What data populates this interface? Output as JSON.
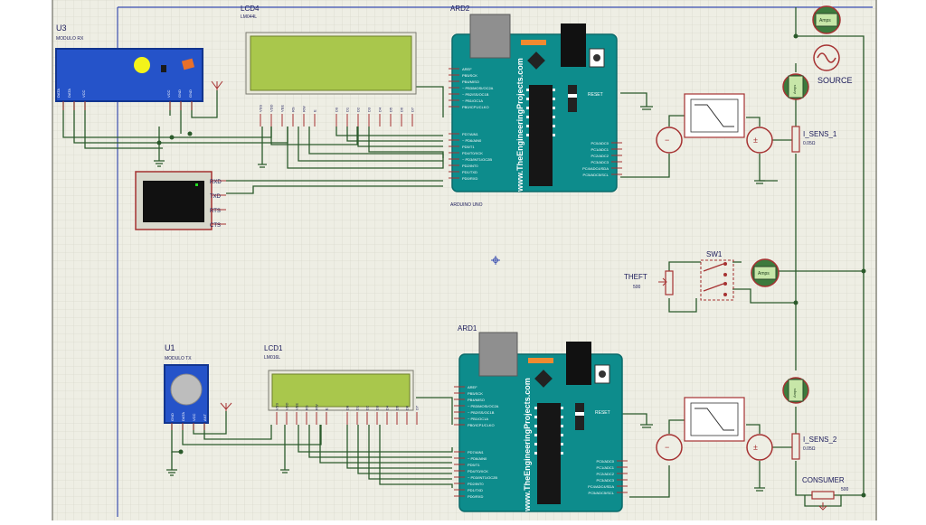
{
  "schematic": {
    "u3": {
      "ref": "U3",
      "name": "MODULO RX",
      "pins": [
        "DATA",
        "DATA",
        "VCC",
        "VCC",
        "GND",
        "GND",
        "ANT"
      ]
    },
    "lcd4": {
      "ref": "LCD4",
      "model": "LM044L",
      "pins": [
        "VSS",
        "VDD",
        "VEE",
        "RS",
        "RW",
        "E",
        "D0",
        "D1",
        "D2",
        "D3",
        "D4",
        "D5",
        "D6",
        "D7"
      ]
    },
    "ard2": {
      "ref": "ARD2",
      "caption": "ARDUINO UNO",
      "site": "www.TheEngineeringProjects.com",
      "reset_label": "RESET",
      "left_pins_top": [
        "AREF",
        "PB5/SCK",
        "PB4/MISO",
        "~ PB3/MOSI/OC2A",
        "~ PB2/SS/OC1B",
        "~ PB1/OC1A",
        "PB0/ICP1/CLKO"
      ],
      "left_pins_bottom": [
        "PD7/AIN1",
        "~ PD6/AIN0",
        "PD5/T1",
        "PD4/T0/XCK",
        "~ PD3/INT1/OC2B",
        "PD2/INT0",
        "PD1/TXD",
        "PD0/RXD"
      ],
      "right_pins": [
        "PC0/ADC0",
        "PC1/ADC1",
        "PC2/ADC2",
        "PC3/ADC3",
        "PC4/ADC4/SDA",
        "PC5/ADC5/SCL"
      ]
    },
    "terminal": {
      "pins": [
        "RXD",
        "TXD",
        "RTS",
        "CTS"
      ]
    },
    "source": {
      "label": "SOURCE"
    },
    "i_sens_1": {
      "ref": "I_SENS_1",
      "value": "0.05Ω"
    },
    "sw1": {
      "ref": "SW1"
    },
    "theft": {
      "ref": "THEFT",
      "value": "500"
    },
    "u1": {
      "ref": "U1",
      "name": "MODULO TX",
      "pins": [
        "GND",
        "DATA",
        "VCC",
        "ANT"
      ]
    },
    "lcd1": {
      "ref": "LCD1",
      "model": "LM016L",
      "pins": [
        "VSS",
        "VDD",
        "VEE",
        "RS",
        "RW",
        "E",
        "D0",
        "D1",
        "D2",
        "D3",
        "D4",
        "D5",
        "D6",
        "D7"
      ]
    },
    "ard1": {
      "ref": "ARD1",
      "site": "www.TheEngineeringProjects.com",
      "reset_label": "RESET",
      "left_pins_top": [
        "AREF",
        "PB5/SCK",
        "PB4/MISO",
        "~ PB3/MOSI/OC2A",
        "~ PB2/SS/OC1B",
        "~ PB1/OC1A",
        "PB0/ICP1/CLKO"
      ],
      "left_pins_bottom": [
        "PD7/AIN1",
        "~ PD6/AIN0",
        "PD5/T1",
        "PD4/T0/XCK",
        "~ PD3/INT1/OC2B",
        "PD2/INT0",
        "PD1/TXD",
        "PD0/RXD"
      ],
      "right_pins": [
        "PC0/ADC0",
        "PC1/ADC1",
        "PC2/ADC2",
        "PC3/ADC3",
        "PC4/ADC4/SDA",
        "PC5/ADC5/SCL"
      ]
    },
    "i_sens_2": {
      "ref": "I_SENS_2",
      "value": "0.05Ω"
    },
    "consumer": {
      "ref": "CONSUMER",
      "value": "500"
    },
    "meter_label": "Amps"
  }
}
